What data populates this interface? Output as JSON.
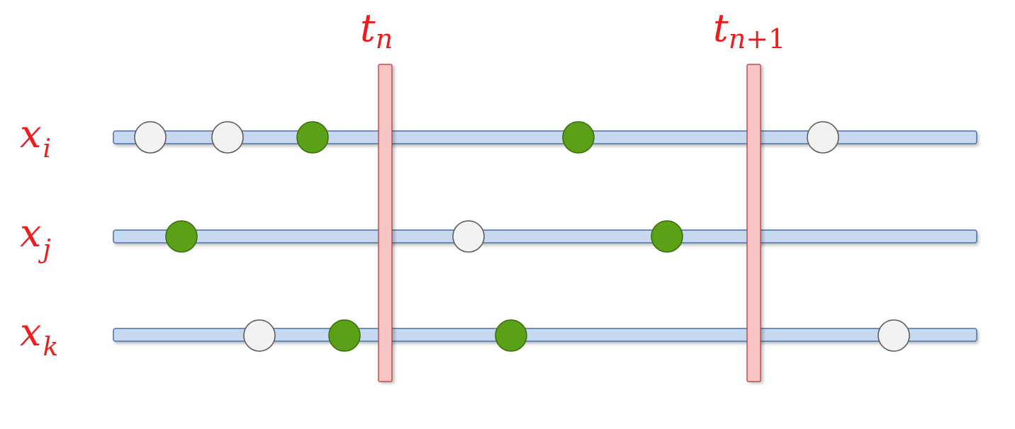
{
  "colors": {
    "label": "#ee1c1c",
    "track_fill": "#c6d9f1",
    "track_stroke": "#4a6fa5",
    "bar_fill": "#f8c5c5",
    "bar_stroke": "#c0504d",
    "event_filled": "#5aa117",
    "event_filled_stroke": "#3a6e0c",
    "event_empty": "#f2f2f2",
    "event_empty_stroke": "#5a5a5a"
  },
  "time_markers": [
    {
      "base": "t",
      "sub": "n",
      "sub_upright": ""
    },
    {
      "base": "t",
      "sub": "n",
      "sub_upright": "+1"
    }
  ],
  "rows": [
    {
      "base": "x",
      "sub": "i",
      "events": [
        {
          "type": "empty"
        },
        {
          "type": "empty"
        },
        {
          "type": "filled"
        },
        {
          "type": "filled"
        },
        {
          "type": "empty"
        }
      ]
    },
    {
      "base": "x",
      "sub": "j",
      "events": [
        {
          "type": "filled"
        },
        {
          "type": "empty"
        },
        {
          "type": "filled"
        }
      ]
    },
    {
      "base": "x",
      "sub": "k",
      "events": [
        {
          "type": "empty"
        },
        {
          "type": "filled"
        },
        {
          "type": "filled"
        },
        {
          "type": "empty"
        }
      ]
    }
  ]
}
